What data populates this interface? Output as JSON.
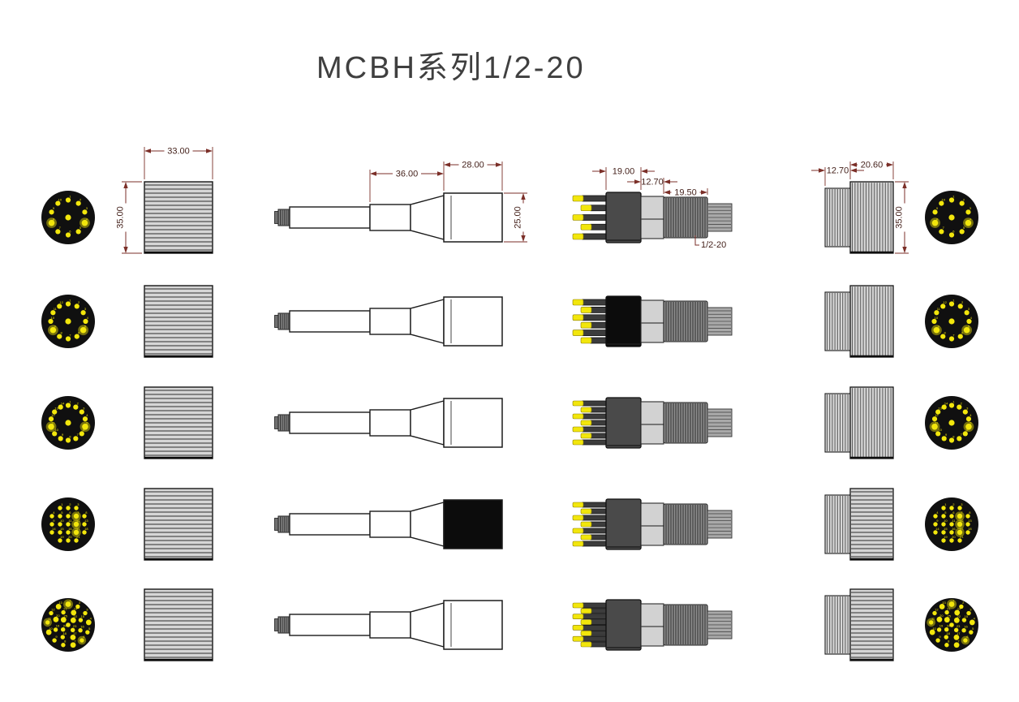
{
  "title": "MCBH系列1/2-20",
  "colors": {
    "background": "#ffffff",
    "pin_yellow": "#f2e60c",
    "face_black": "#101010",
    "outline": "#1b1b1b",
    "dim_line": "#7b2f28",
    "dim_text": "#46231d",
    "body_dark": "#4a4a4a",
    "body_black": "#0c0c0c",
    "metal_light": "#d6d6d6",
    "metal_mid": "#8e8e8e",
    "metal_pale": "#d4d4d4",
    "stripe_dark": "#4f4f4f",
    "title_color": "#3f3f3f"
  },
  "dimensions": {
    "boot_block": {
      "width": "33.00",
      "height": "35.00"
    },
    "plug": {
      "mid_length": "36.00",
      "body_length": "28.00",
      "body_diameter": "25.00"
    },
    "bulkhead": {
      "body_length": "19.00",
      "hex_length": "12.70",
      "thread_length": "19.50",
      "thread_spec": "1/2-20"
    },
    "sleeve": {
      "thread_length": "12.70",
      "body_length": "20.60",
      "diameter": "35.00"
    }
  },
  "rows": [
    {
      "row": 1,
      "dimensioned": true,
      "left_face": {
        "pattern": "ring",
        "ring_pins": 10,
        "center_pins": 1
      },
      "right_face": {
        "pattern": "ring",
        "ring_pins": 10,
        "center_pins": 1
      },
      "plug": {
        "body": "white"
      },
      "bulkhead": {
        "body": "dark",
        "pins": 5
      },
      "sleeve": {
        "stripes": "vertical"
      }
    },
    {
      "row": 2,
      "dimensioned": false,
      "left_face": {
        "pattern": "ring",
        "ring_pins": 12,
        "center_pins": 1
      },
      "right_face": {
        "pattern": "ring",
        "ring_pins": 12,
        "center_pins": 1
      },
      "plug": {
        "body": "white"
      },
      "bulkhead": {
        "body": "black",
        "pins": 6
      },
      "sleeve": {
        "stripes": "vertical"
      }
    },
    {
      "row": 3,
      "dimensioned": false,
      "left_face": {
        "pattern": "ring",
        "ring_pins": 14,
        "center_pins": 1
      },
      "right_face": {
        "pattern": "ring",
        "ring_pins": 14,
        "center_pins": 1
      },
      "plug": {
        "body": "white"
      },
      "bulkhead": {
        "body": "dark",
        "pins": 7
      },
      "sleeve": {
        "stripes": "vertical"
      }
    },
    {
      "row": 4,
      "dimensioned": false,
      "left_face": {
        "pattern": "grid",
        "grid_rows": [
          3,
          5,
          5,
          5,
          3
        ]
      },
      "right_face": {
        "pattern": "grid",
        "grid_rows": [
          3,
          5,
          5,
          5,
          3
        ]
      },
      "plug": {
        "body": "black"
      },
      "bulkhead": {
        "body": "dark",
        "pins": 7
      },
      "sleeve": {
        "stripes": "horizontal"
      }
    },
    {
      "row": 5,
      "dimensioned": false,
      "left_face": {
        "pattern": "scatter",
        "outer": 13,
        "middle": 8,
        "inner": 4,
        "center_pins": 1
      },
      "right_face": {
        "pattern": "scatter",
        "outer": 13,
        "middle": 8,
        "inner": 4,
        "center_pins": 1
      },
      "plug": {
        "body": "white"
      },
      "bulkhead": {
        "body": "dark",
        "pins": 8
      },
      "sleeve": {
        "stripes": "horizontal"
      }
    }
  ]
}
